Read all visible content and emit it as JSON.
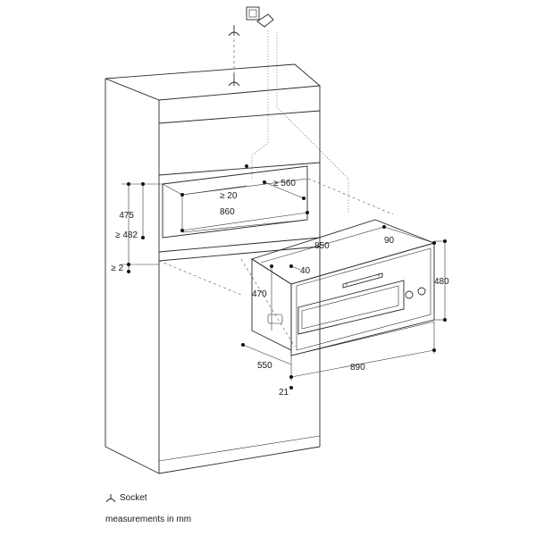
{
  "dimensions": {
    "d475": "475",
    "d482": "≥ 482",
    "d2": "≥ 2",
    "d20": "≥ 20",
    "d560": "≥ 560",
    "d860": "860",
    "d850": "850",
    "d90": "90",
    "d40": "40",
    "d470": "470",
    "d480": "480",
    "d550": "550",
    "d890": "890",
    "d21": "21"
  },
  "legend": {
    "socket": "Socket",
    "units": "measurements in mm"
  },
  "icons": {
    "socket": "socket-icon",
    "plug": "plug-icon",
    "wall_outlet": "wall-outlet-icon"
  }
}
